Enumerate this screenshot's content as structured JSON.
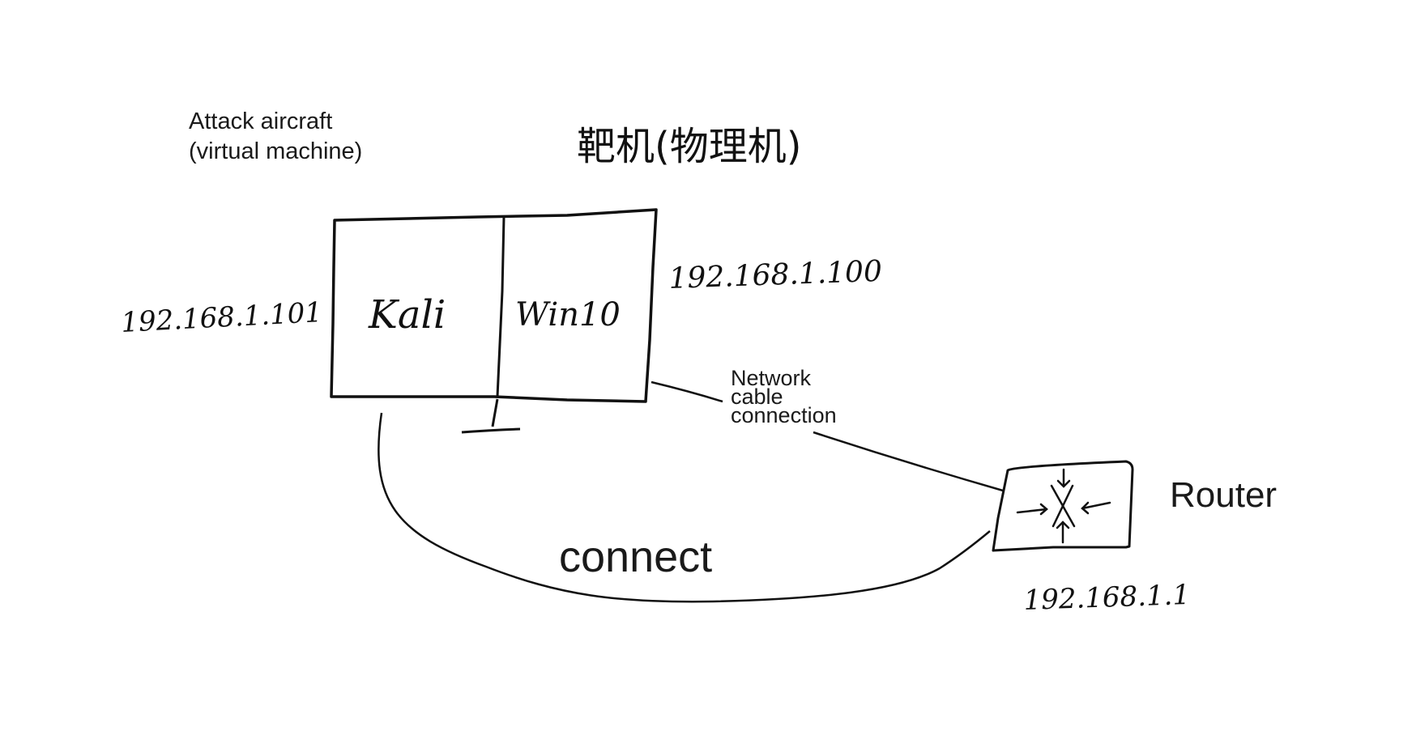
{
  "labels": {
    "attack_aircraft_line1": "Attack aircraft",
    "attack_aircraft_line2": "(virtual machine)",
    "host_machine": "靶机(物理机)",
    "kali": "Kali",
    "win10": "Win10",
    "ip_kali": "192.168.1.101",
    "ip_win10": "192.168.1.100",
    "ip_router": "192.168.1.1",
    "cable_line1": "Network",
    "cable_line2": "cable",
    "cable_line3": "connection",
    "router": "Router",
    "connect": "connect"
  },
  "colors": {
    "ink": "#111111",
    "background": "#ffffff"
  }
}
